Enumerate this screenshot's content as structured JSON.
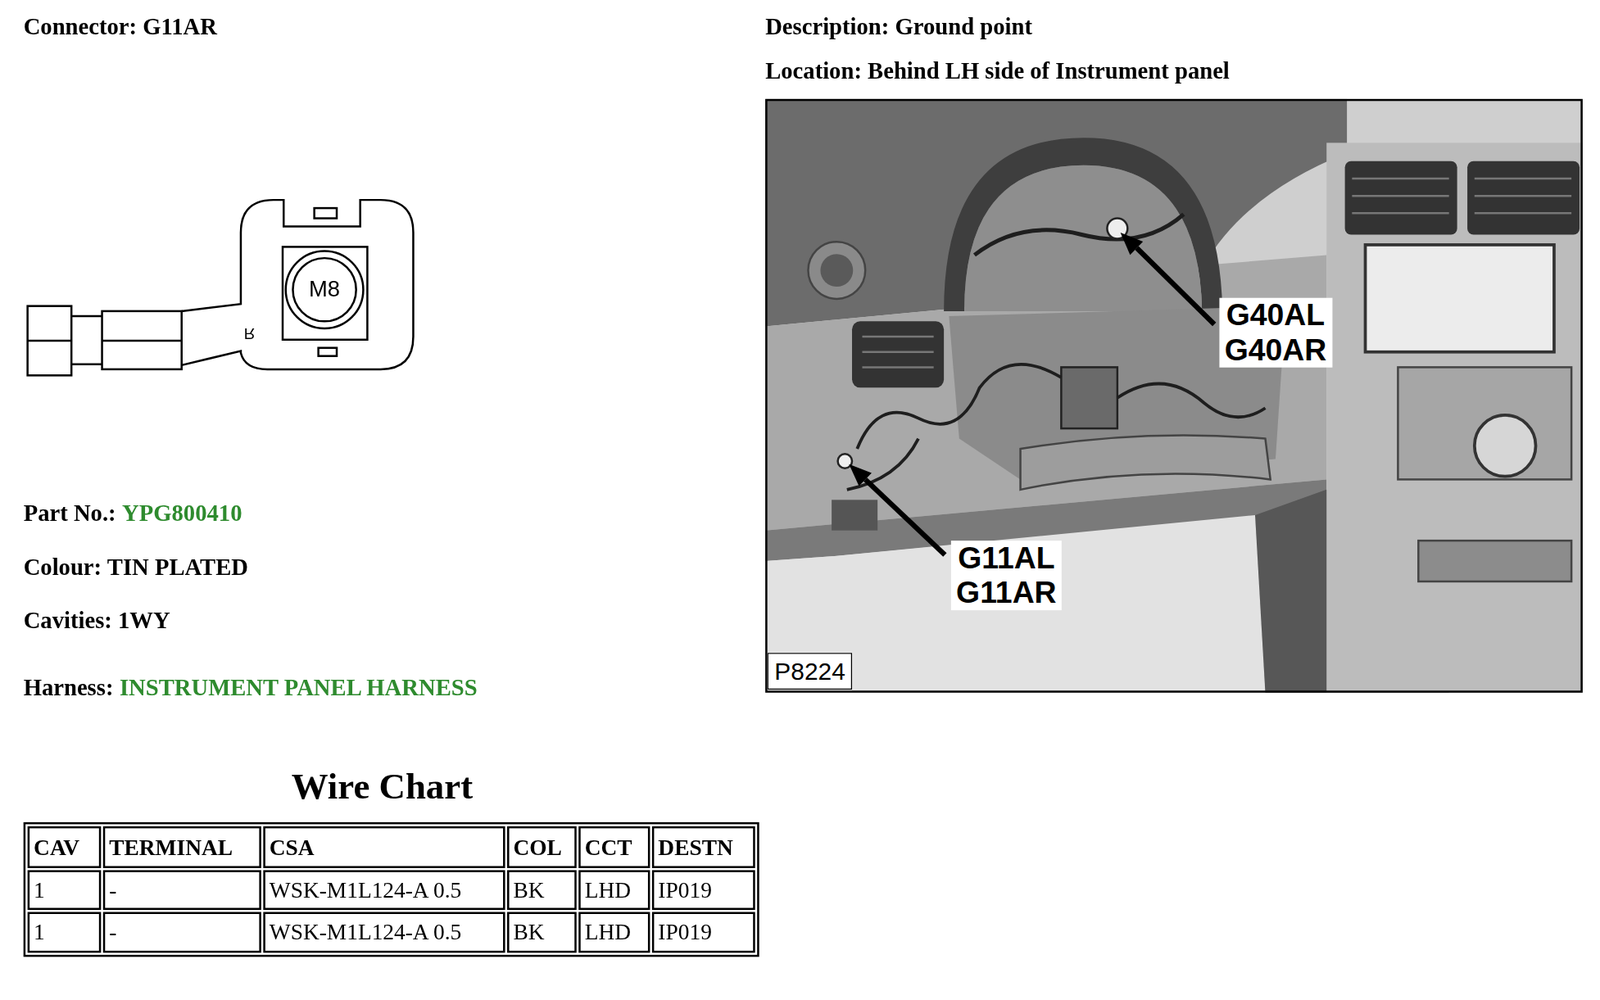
{
  "diagram": {
    "labels": [
      "Connector: G11AR",
      "Description: Ground point",
      "Location: Behind LH side of Instrument panel",
      "M8",
      "R",
      "G40AL",
      "G40AR",
      "G11AL",
      "G11AR",
      "P8224",
      "Part No.:",
      "YPG800410",
      "Colour: TIN PLATED",
      "Cavities: 1WY",
      "Harness:",
      "INSTRUMENT PANEL HARNESS",
      "Wire Chart",
      "CAV",
      "TERMINAL",
      "CSA",
      "COL",
      "CCT",
      "DESTN",
      "1",
      "-",
      "WSK-M1L124-A 0.5",
      "BK",
      "LHD",
      "IP019",
      "1",
      "-",
      "WSK-M1L124-A 0.5",
      "BK",
      "LHD",
      "IP019"
    ]
  }
}
